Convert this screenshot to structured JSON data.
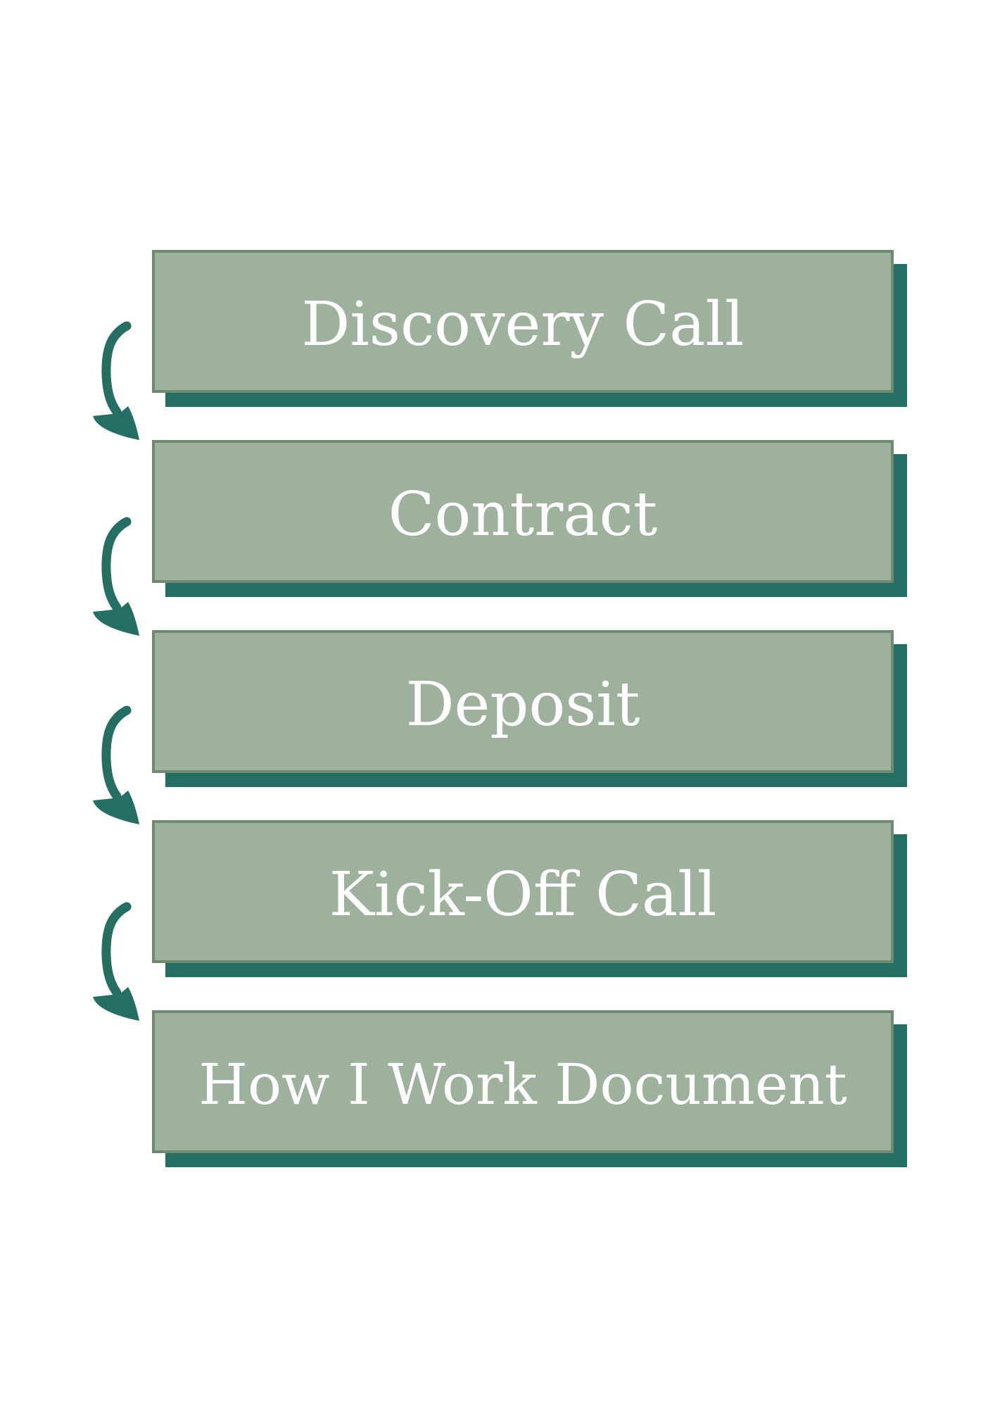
{
  "steps": [
    {
      "label": "Discovery Call"
    },
    {
      "label": "Contract"
    },
    {
      "label": "Deposit"
    },
    {
      "label": "Kick-Off Call"
    },
    {
      "label": "How I Work Document"
    }
  ],
  "colors": {
    "box_fill": "#9eb19c",
    "box_border": "#6e8a6f",
    "shadow": "#256e64",
    "arrow": "#256e64",
    "text": "#ffffff"
  }
}
